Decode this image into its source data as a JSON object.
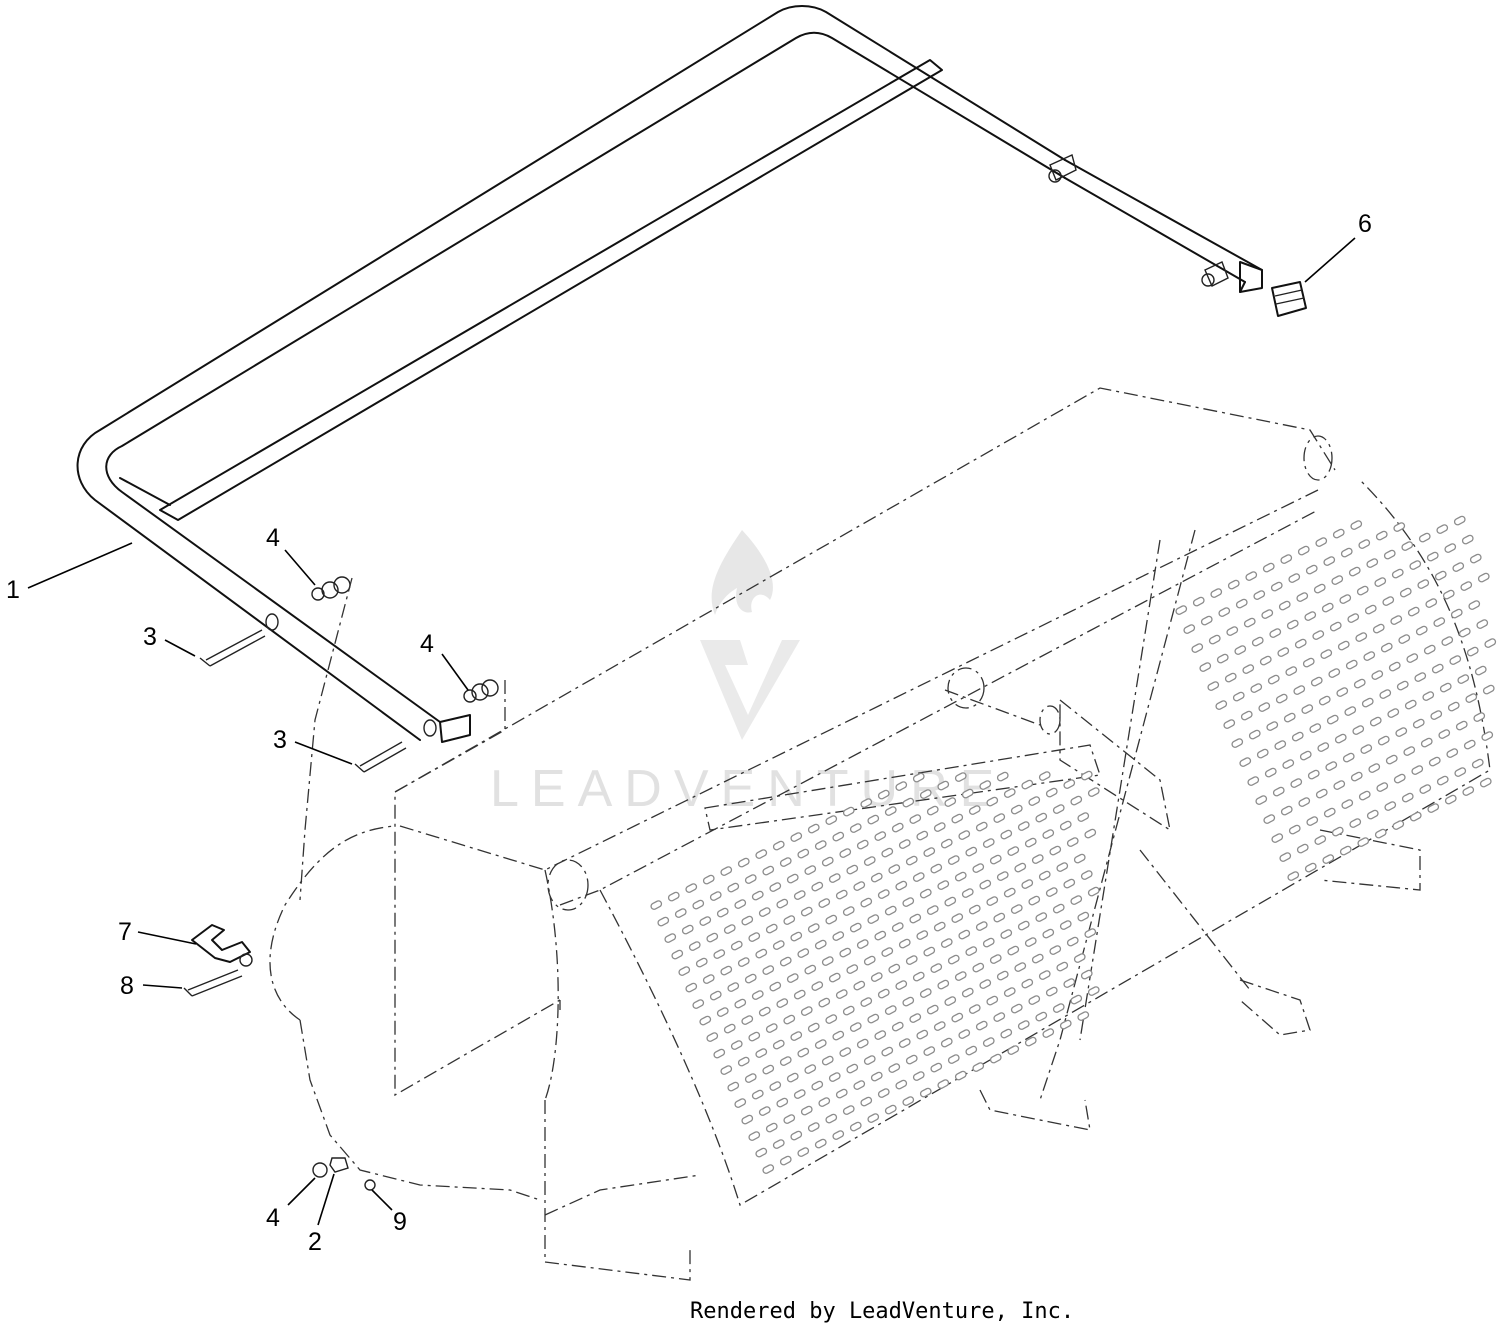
{
  "callouts": [
    {
      "id": "c1",
      "label": "1"
    },
    {
      "id": "c4a",
      "label": "4"
    },
    {
      "id": "c3a",
      "label": "3"
    },
    {
      "id": "c4b",
      "label": "4"
    },
    {
      "id": "c3b",
      "label": "3"
    },
    {
      "id": "c6",
      "label": "6"
    },
    {
      "id": "c7",
      "label": "7"
    },
    {
      "id": "c8",
      "label": "8"
    },
    {
      "id": "c4c",
      "label": "4"
    },
    {
      "id": "c2",
      "label": "2"
    },
    {
      "id": "c9",
      "label": "9"
    }
  ],
  "watermark": {
    "text": "LEADVENTURE"
  },
  "footer": {
    "credit": "Rendered by LeadVenture, Inc."
  }
}
